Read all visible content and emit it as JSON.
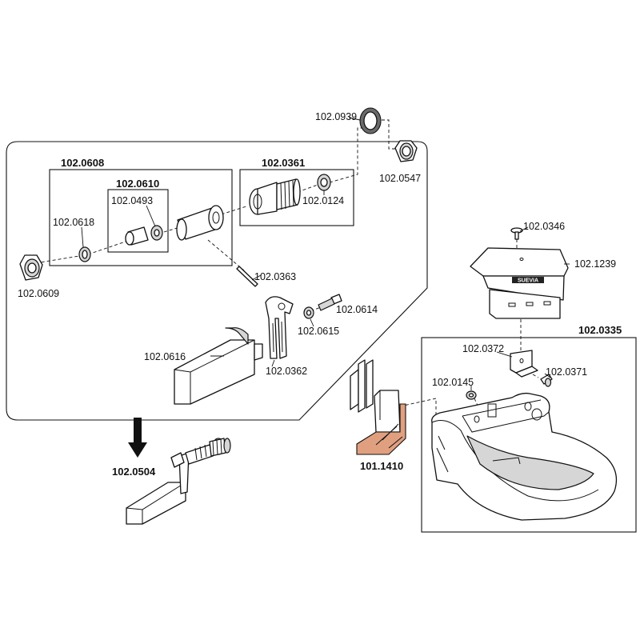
{
  "diagram": {
    "colors": {
      "line": "#111111",
      "background": "#ffffff",
      "part_fill": "#ffffff",
      "shade": "#d6d6d6",
      "highlight_part": "#e0a080"
    },
    "assemblies": {
      "valve_assembly": "102.0608",
      "valve_cartridge": "102.0610",
      "inlet_fitting": "102.0361",
      "complete_valve": "102.0504",
      "drinking_bowl": "102.0335",
      "heating_element": "101.1410"
    },
    "parts": {
      "gasket": "102.0939",
      "nut_top": "102.0547",
      "sealing_ring": "102.0124",
      "nozzle": "102.0493",
      "o_ring": "102.0618",
      "nut_left": "102.0609",
      "pin": "102.0363",
      "bolt": "102.0614",
      "washer": "102.0615",
      "lever": "102.0362",
      "paddle": "102.0616",
      "screw_top": "102.0346",
      "cover": "102.1239",
      "bracket": "102.0372",
      "screw_bracket": "102.0371",
      "plug": "102.0145"
    },
    "brand_mark": "SUEVIA",
    "icons": {
      "arrow": "arrow-down-icon"
    }
  }
}
